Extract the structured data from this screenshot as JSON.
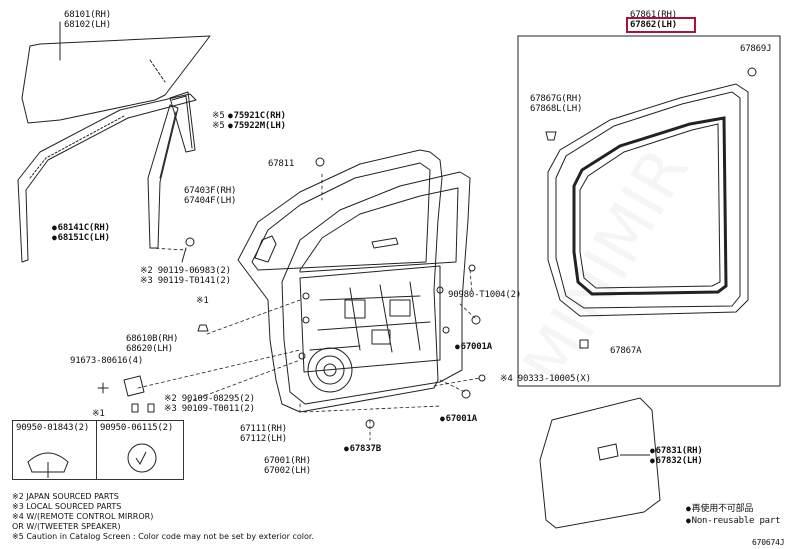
{
  "parts": {
    "glass_rh": "68101(RH)",
    "glass_lh": "68102(LH)",
    "garnish_rh": "75921C(RH)",
    "garnish_lh": "75922M(LH)",
    "garnish_mark": "※5",
    "run_rh": "67403F(RH)",
    "run_lh": "67404F(LH)",
    "channel_rh": "68141C(RH)",
    "channel_lh": "68151C(LH)",
    "bolt_a": "※2 90119-06983(2)",
    "bolt_b": "※3 90119-T0141(2)",
    "p67811": "67811",
    "mark1": "※1",
    "hinge_rh": "68610B(RH)",
    "hinge_lh": "68620(LH)",
    "p91673": "91673-80616(4)",
    "p90980": "90980-T1004(2)",
    "p67001a_1": "67001A",
    "p67001a_2": "67001A",
    "p90333": "※4 90333-10005(X)",
    "bolt_c": "※2 90109-08295(2)",
    "bolt_d": "※3 90109-T0011(2)",
    "panel_rh": "67111(RH)",
    "panel_lh": "67112(LH)",
    "door_rh": "67001(RH)",
    "door_lh": "67002(LH)",
    "p67837b": "67837B",
    "ws_rh": "67861(RH)",
    "ws_lh": "67862(LH)",
    "p67869j": "67869J",
    "clip_rh": "67867G(RH)",
    "clip_lh": "67868L(LH)",
    "p67867a": "67867A",
    "cover_rh": "67831(RH)",
    "cover_lh": "67832(LH)"
  },
  "inset": {
    "mark": "※1",
    "left_label": "90950-01843(2)",
    "right_label": "90950-06115(2)"
  },
  "legend": {
    "jp": "再使用不可部品",
    "en": "Non-reusable part"
  },
  "footnotes": [
    "※2 JAPAN SOURCED PARTS",
    "※3 LOCAL SOURCED PARTS",
    "※4 W/(REMOTE CONTROL MIRROR)",
    "   OR W/(TWEETER SPEAKER)",
    "※5 Caution in Catalog Screen : Color code may not be set by exterior color."
  ],
  "figure_id": "670674J"
}
